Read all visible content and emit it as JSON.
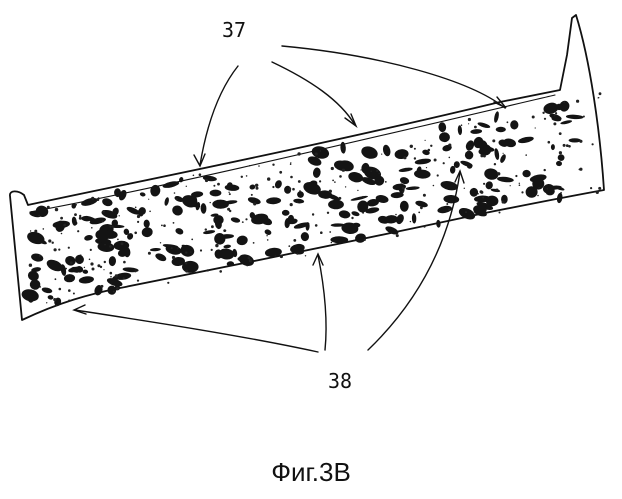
{
  "figure": {
    "caption": "Фиг.3В",
    "reference_labels": [
      {
        "id": "37",
        "text": "37"
      },
      {
        "id": "38",
        "text": "38"
      }
    ]
  }
}
